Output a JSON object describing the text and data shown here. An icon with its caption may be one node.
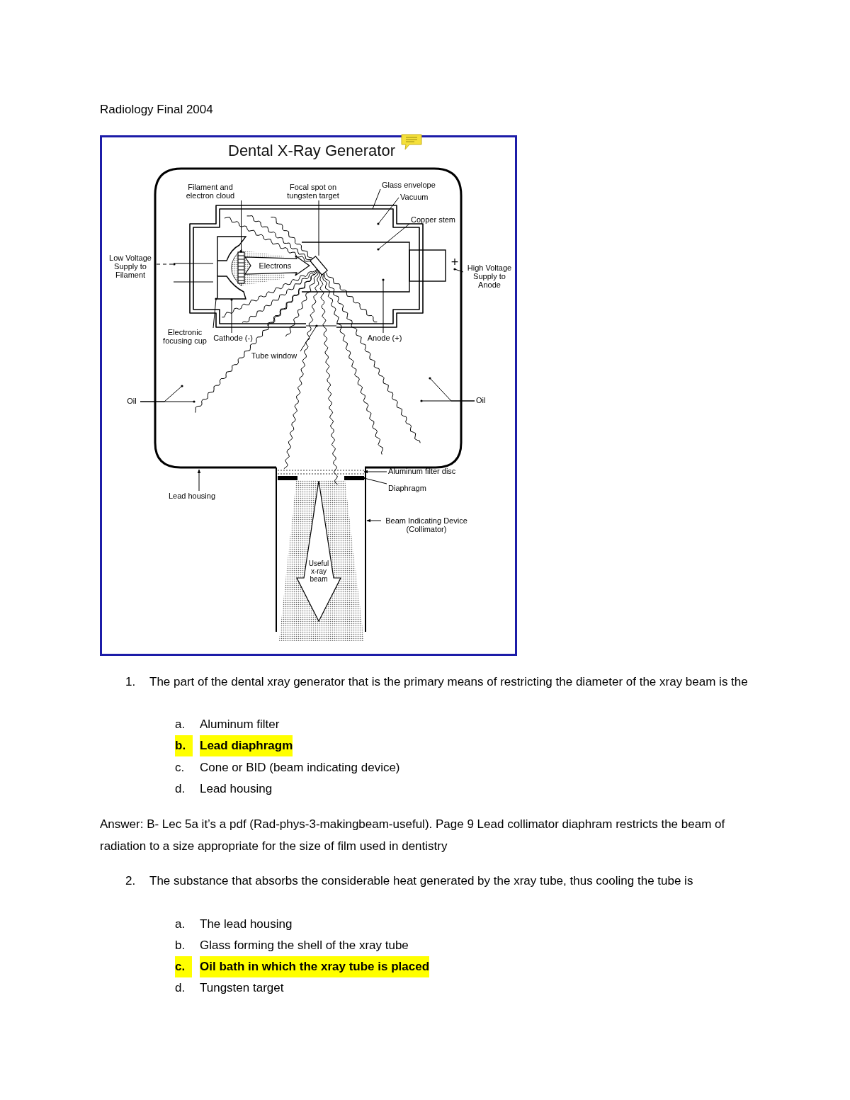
{
  "diagram": {
    "title": "Radiology Final 2004",
    "nodes": [
      {
        "text": [
          "Filament and electron cloud"
        ]
      },
      {
        "text": [
          "Focal spot on tungsten target"
        ]
      },
      {
        "text": [
          "Glass envelope"
        ]
      },
      {
        "text": [
          "Vacuum"
        ]
      },
      {
        "text": [
          "Copper stem"
        ]
      },
      {
        "text": [
          "Low Voltage Supply to Filament"
        ]
      },
      {
        "text": [
          "+"
        ]
      },
      {
        "text": [
          "High Voltage Supply to Anode"
        ]
      },
      {
        "text": [
          "Electronic focusing cup"
        ]
      },
      {
        "text": [
          "Cathode (-)"
        ]
      },
      {
        "text": [
          "Anode (+)"
        ]
      },
      {
        "text": [
          "Tube window"
        ]
      },
      {
        "text": [
          "Oil"
        ]
      },
      {
        "text": [
          "Oil"
        ]
      },
      {
        "text": [
          "Aluminum filter disc"
        ]
      },
      {
        "text": [
          "Lead housing"
        ]
      },
      {
        "text": [
          "Diaphragm"
        ]
      },
      {
        "text": [
          "Beam Indicating Device (Collimator)"
        ]
      },
      {
        "text": [
          "Useful x-ray beam"
        ]
      },
      {
        "text": [],
        "shape": "box"
      },
      {
        "text": [],
        "shape": "box"
      },
      {
        "text": [],
        "shape": "cup"
      }
    ],
    "edges": [
      {
        "from": 0,
        "to": 19,
        "arrow": "other"
      },
      {
        "from": 1,
        "to": 20,
        "arrow": "none"
      },
      {
        "from": 2,
        "to": null,
        "arrow": "none"
      },
      {
        "from": 3,
        "to": null,
        "arrow": "other"
      },
      {
        "from": 4,
        "to": null,
        "arrow": "other"
      },
      {
        "from": 5,
        "to": null,
        "arrow": "other",
        "style": "dashed"
      },
      {
        "from": 7,
        "to": 6,
        "arrow": "other"
      },
      {
        "from": 8,
        "to": 21,
        "arrow": "other"
      },
      {
        "from": 9,
        "to": 21,
        "arrow": "other"
      },
      {
        "from": 10,
        "to": null,
        "arrow": "other"
      },
      {
        "from": 11,
        "to": null,
        "arrow": "other"
      },
      {
        "from": 12,
        "to": null,
        "arrow": "other"
      },
      {
        "from": 12,
        "to": null,
        "arrow": "other"
      },
      {
        "from": 13,
        "to": null,
        "arrow": "other"
      },
      {
        "from": 13,
        "to": null,
        "arrow": "other"
      },
      {
        "from": 14,
        "to": null,
        "arrow": "to"
      },
      {
        "from": 15,
        "to": null,
        "arrow": "to"
      },
      {
        "from": 16,
        "to": null,
        "arrow": "other"
      },
      {
        "from": 17,
        "to": null,
        "arrow": "to"
      },
      {
        "from": 19,
        "to": 20,
        "arrow": "to",
        "label": "Electrons",
        "style": "thick"
      }
    ],
    "labels": [
      "Dental X-Ray Generator",
      "1.",
      "The part of the dental xray generator that is the primary means of restricting the diameter of the xray beam is the",
      "a.",
      "Aluminum filter",
      "b.",
      "Lead diaphragm",
      "c.",
      "Cone or BID (beam indicating device)",
      "d.",
      "Lead housing",
      "Answer:  B- Lec 5a it’s a pdf (Rad-phys-3-makingbeam-useful).  Page 9 Lead collimator diaphram restricts the beam of radiation to a size appropriate for the size of film used in dentistry",
      "2.",
      "The substance that absorbs the considerable heat generated by the xray tube, thus cooling the tube is",
      "a.",
      "The lead housing",
      "b.",
      "Glass forming the shell of the xray tube",
      "c.",
      "Oil bath in which the xray tube is placed",
      "d.",
      "Tungsten target"
    ]
  }
}
